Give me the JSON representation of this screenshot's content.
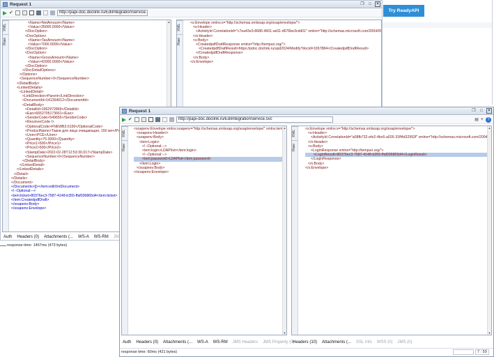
{
  "right_panel": {
    "button": "Try ReadyAPI"
  },
  "back": {
    "title": "Request 1",
    "url": "http://papi-doc.doclink.ru/EdiIntegrationService.svc",
    "side_tabs": [
      "XML",
      "Raw"
    ],
    "resp_side_tabs": [
      "XML",
      "Raw"
    ],
    "request_lines": [
      "<Name>NetAmount</Name>",
      "<Value>35000.0000</Value>",
      "</DocOption>",
      "<DocOption>",
      "<Name>TaxAmount</Name>",
      "<Value>7000.0000</Value>",
      "</DocOption>",
      "<DocOption>",
      "<Name>GrossAmount</Name>",
      "<Value>42000.0000</Value>",
      "</DocOption>",
      "</DocDetailOptions>",
      "</Options>",
      "<SequenceNumber>3</SequenceNumber>",
      "</DetailBody>",
      "<LinkedDetails>",
      "<LinkedDetail>",
      "<LinkDirection>Parent</LinkDirection>",
      "<DocumentId>141364012</DocumentId>",
      "<DetailBody>",
      "<DetailId>1952972869</DetailId>",
      "<Ean>6652705173661</Ean>",
      "<SenderCode>549655</SenderCode>",
      "<ReceiverCode />",
      "<OptionalCode>FNEWB3.6150</OptionalCode>",
      "<ProductName>Такни для лица очищающая, 150 мл</ProductName>",
      "<Uom>PCE</Uom>",
      "<Quantity>75.0000</Quantity>",
      "<Price1>500</Price1>",
      "<Price2>500</Price2>",
      "<StampDate>2022-02-28T12:53:30.017</StampDate>",
      "<SequenceNumber>0</SequenceNumber>",
      "</DetailBody>",
      "</LinkedDetail>",
      "</LinkedDetails>",
      "</Detail>",
      "</Details>",
      "</Document>",
      "</Documents>]]></tem:editXmlDocument>",
      "<!--Optional:-->",
      "<tem:ticket>80376ec3-7587-4148-b355-ffaf036865d4</tem:ticket>",
      "</tem:CreatedpdfDraft>",
      "</soapenv:Body>",
      "</soapenv:Envelope>"
    ],
    "response_lines": [
      "<s:Envelope xmlns:s=\"http://schemas.xmlsoap.org/soap/envelope/\">",
      "<s:Header>",
      "<ActivityId CorrelationId=\"c7ea43e3-8686-4601-ad11-d676be3cdd01\" xmlns=\"http://schemas.microsoft.com/2004/09/ServiceModel/Diagnostics\">",
      "</s:Header>",
      "<s:Body>",
      "<CreatedpdfDraftResponse xmlns=\"http://tempuri.org/\">",
      "<CreatedpdfDraftResult>https://pdoc.doclink.ru/upd2024/Modify?docid=1657884</CreatedpdfDraftResult>",
      "</CreatedpdfDraftResponse>",
      "</s:Body>",
      "</s:Envelope>"
    ],
    "bottom_tabs": [
      "Auth",
      "Headers (0)",
      "Attachments (...",
      "WS-A",
      "WS-RM",
      "JMS H"
    ],
    "status": "response time: 1467ms (473 bytes)"
  },
  "front": {
    "title": "Request 1",
    "url": "http://papi-doc.doclink.ru/EdiIntegrationService.svc",
    "side_tabs": [
      "XML",
      "Raw"
    ],
    "resp_side_tabs": [
      "XML",
      "Raw"
    ],
    "request_lines": [
      "<soapenv:Envelope xmlns:soapenv=\"http://schemas.xmlsoap.org/soap/envelope/\" xmlns:tem=\"ht",
      "<soapenv:Header/>",
      "<soapenv:Body>",
      "<tem:Login>",
      "<!--Optional:-->",
      "<tem:login>LDAP\\tvtr</tem:login>",
      "<!--Optional:-->",
      "<tem:password>LDAPtvtr</tem:password>",
      "</tem:Login>",
      "</soapenv:Body>",
      "</soapenv:Envelope>"
    ],
    "response_lines": [
      "<s:Envelope xmlns:s=\"http://schemas.xmlsoap.org/soap/envelope/\">",
      "<s:Header>",
      "<ActivityId CorrelationId=\"a08fb732-efe2-4bc6-a026-31ff4d32992f\" xmlns=\"http://schemas.microsoft.com/2004/09/ServiceModel/Diagnostics\">",
      "</s:Header>",
      "<s:Body>",
      "<LoginResponse xmlns=\"http://tempuri.org/\">",
      "<LoginResult>80376ec3-7587-4148-b355-ffaf036865d4</LoginResult>",
      "</LoginResponse>",
      "</s:Body>",
      "</s:Envelope>"
    ],
    "bottom_tabs": [
      "Auth",
      "Headers (0)",
      "Attachments (...",
      "WS-A",
      "WS-RM",
      "JMS Headers",
      "JMS Property (0)"
    ],
    "resp_tabs": [
      "Headers (10)",
      "Attachments (...",
      "SSL Info",
      "WSS (0)",
      "JMS (0)"
    ],
    "status": "response time: 60ms (421 bytes)",
    "pager": "7 : 59"
  }
}
